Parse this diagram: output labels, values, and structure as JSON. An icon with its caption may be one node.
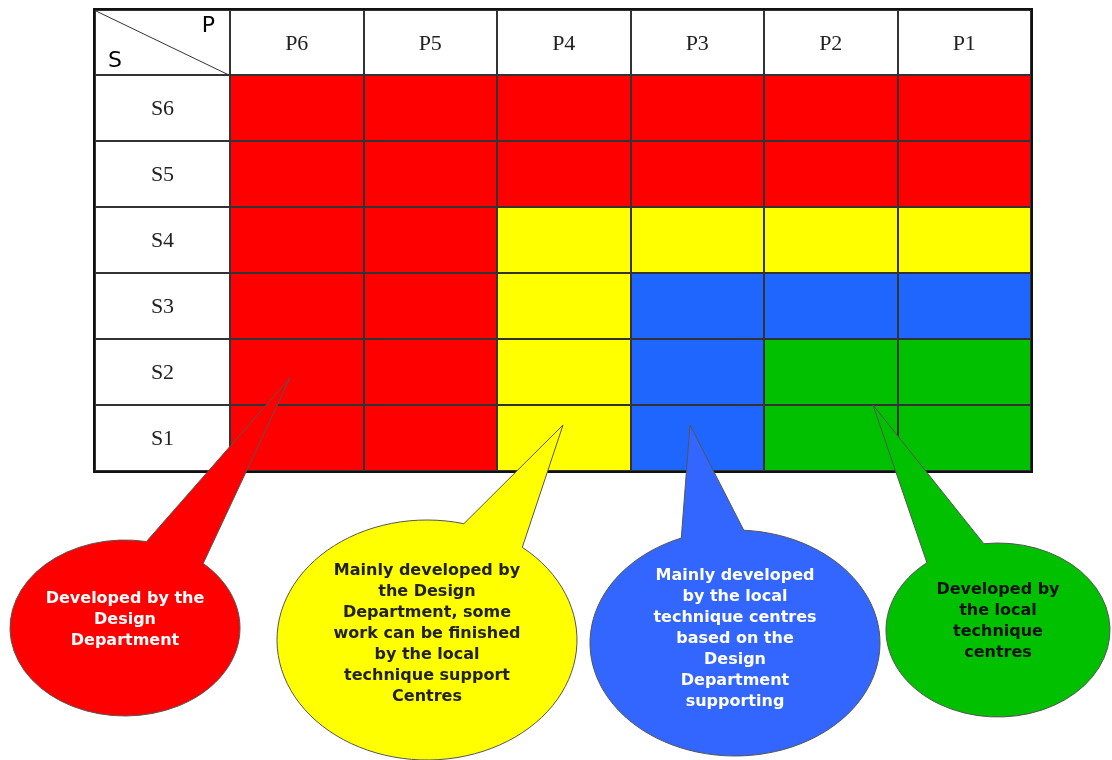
{
  "diagram": {
    "nodes": [
      {
        "text": [
          "Developed by the Design Department"
        ]
      },
      {
        "text": [
          "Mainly developed by the Design Department, some work can be finished by the local technique support Centres"
        ]
      },
      {
        "text": [
          "Mainly developed by the local technique centres based on the Design Department supporting"
        ]
      },
      {
        "text": [
          "Developed by the local technique centres"
        ]
      }
    ],
    "labels": [
      "P",
      "S",
      "P6",
      "P5",
      "P4",
      "P3",
      "P2",
      "P1",
      "S6",
      "S5",
      "S4",
      "S3",
      "S2",
      "S1"
    ]
  }
}
